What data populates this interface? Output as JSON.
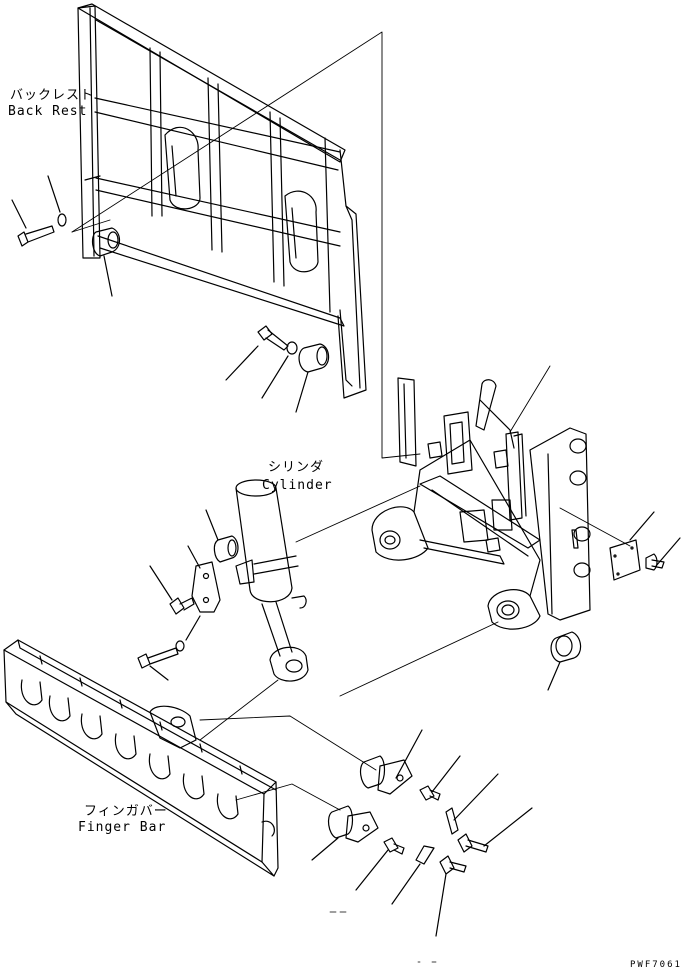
{
  "labels": {
    "back_rest_jp": "バックレスト",
    "back_rest_en": "Back Rest",
    "cylinder_jp": "シリンダ",
    "cylinder_en": "Cylinder",
    "finger_bar_jp": "フィンガバー",
    "finger_bar_en": "Finger Bar"
  },
  "drawing_code": "PWF7061"
}
